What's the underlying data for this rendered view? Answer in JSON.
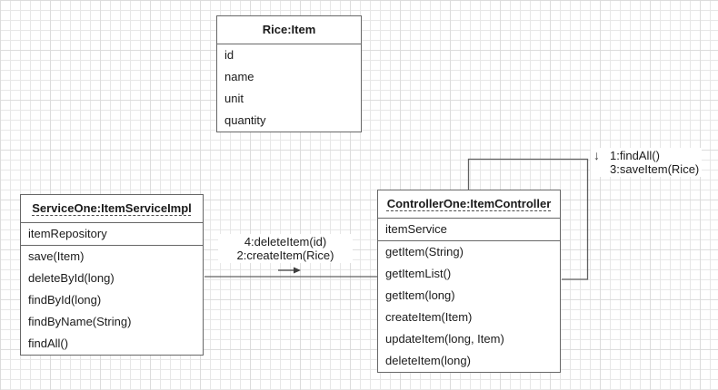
{
  "diagram": {
    "boxes": {
      "rice": {
        "title": "Rice:Item",
        "sections": [
          [
            "id",
            "name",
            "unit",
            "quantity"
          ]
        ]
      },
      "service": {
        "title": "ServiceOne:ItemServiceImpl",
        "sections": [
          [
            "itemRepository"
          ],
          [
            "save(Item)",
            "deleteById(long)",
            "findById(long)",
            "findByName(String)",
            "findAll()"
          ]
        ]
      },
      "controller": {
        "title": "ControllerOne:ItemController",
        "sections": [
          [
            "itemService"
          ],
          [
            "getItem(String)",
            "getItemList()",
            "getItem(long)",
            "createItem(Item)",
            "updateItem(long, Item)",
            "deleteItem(long)"
          ]
        ]
      }
    },
    "messages": {
      "service_to_controller": {
        "lines": [
          "4:deleteItem(id)",
          "2:createItem(Rice)"
        ]
      },
      "controller_self": {
        "lines": [
          "1:findAll()",
          "3:saveItem(Rice)"
        ],
        "icon_down": "↓"
      }
    },
    "colors": {
      "background": "#ffffff",
      "grid_minor": "#e7e7e7",
      "grid_major": "#dcdcdc",
      "box_border": "#676767",
      "connector": "#616161",
      "text": "#1a1a1a"
    }
  }
}
